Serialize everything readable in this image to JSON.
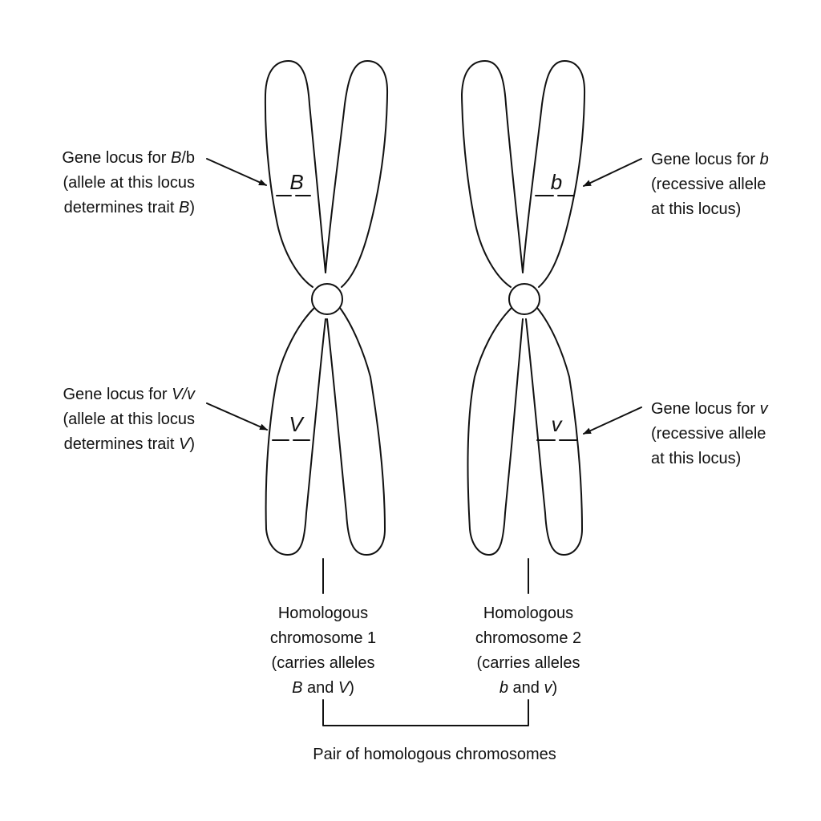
{
  "diagram": {
    "title": "Pair of homologous chromosomes",
    "chromosome_1": {
      "allele_top": "B",
      "allele_bottom": "V",
      "caption": {
        "line1": "Homologous",
        "line2": "chromosome 1",
        "line3": "(carries alleles",
        "line4_a": "B",
        "line4_b": " and ",
        "line4_c": "V",
        "line4_d": ")"
      }
    },
    "chromosome_2": {
      "allele_top": "b",
      "allele_bottom": "v",
      "caption": {
        "line1": "Homologous",
        "line2": "chromosome 2",
        "line3": "(carries alleles",
        "line4_a": "b",
        "line4_b": " and ",
        "line4_c": "v",
        "line4_d": ")"
      }
    },
    "labels": {
      "top_left": {
        "line1_a": "Gene locus for ",
        "line1_b": "B",
        "line1_c": "/b",
        "line2": "(allele at this locus",
        "line3_a": "determines trait ",
        "line3_b": "B",
        "line3_c": ")"
      },
      "bottom_left": {
        "line1_a": "Gene locus for ",
        "line1_b": "V/v",
        "line2": "(allele at this locus",
        "line3_a": "determines trait ",
        "line3_b": "V",
        "line3_c": ")"
      },
      "top_right": {
        "line1_a": "Gene locus for ",
        "line1_b": "b",
        "line2": "(recessive allele",
        "line3": "at this locus)"
      },
      "bottom_right": {
        "line1_a": "Gene locus for ",
        "line1_b": "v",
        "line2": "(recessive allele",
        "line3": "at this locus)"
      }
    }
  }
}
